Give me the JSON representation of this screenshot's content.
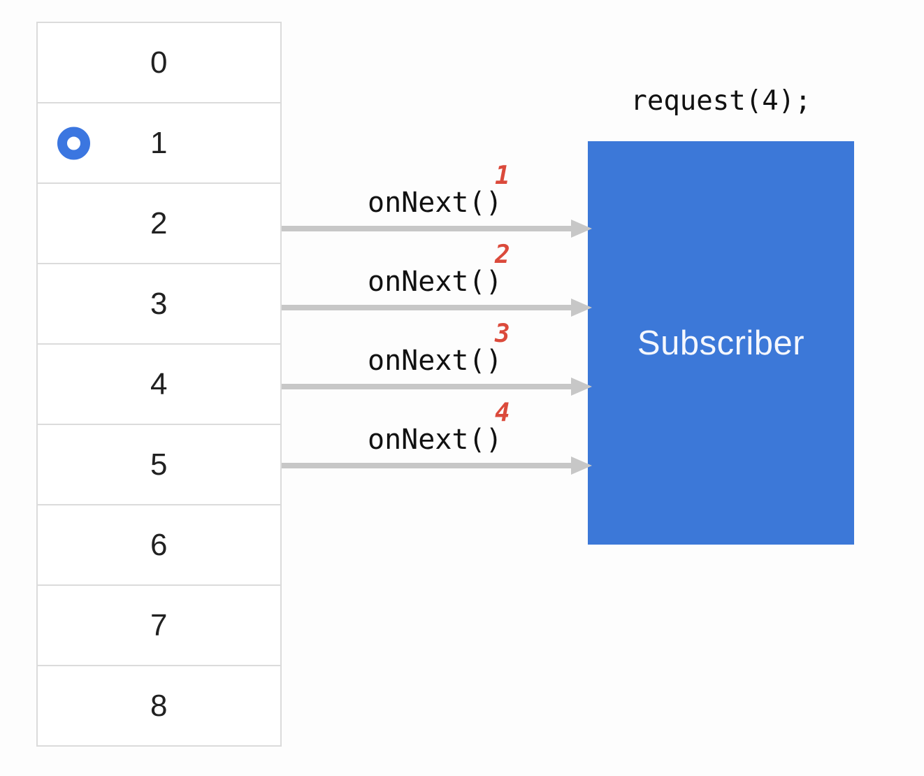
{
  "buffer": {
    "items": [
      {
        "label": "0"
      },
      {
        "label": "1"
      },
      {
        "label": "2"
      },
      {
        "label": "3"
      },
      {
        "label": "4"
      },
      {
        "label": "5"
      },
      {
        "label": "6"
      },
      {
        "label": "7"
      },
      {
        "label": "8"
      }
    ],
    "marker_item_label": "1"
  },
  "events": [
    {
      "label": "onNext()",
      "number": "1"
    },
    {
      "label": "onNext()",
      "number": "2"
    },
    {
      "label": "onNext()",
      "number": "3"
    },
    {
      "label": "onNext()",
      "number": "4"
    }
  ],
  "subscriber": {
    "label": "Subscriber",
    "request_label": "request(4);"
  },
  "colors": {
    "accent_blue": "#3C78D8",
    "marker_blue": "#3B76E0",
    "arrow_gray": "#C7C7C7",
    "grid_border": "#DBDBDB",
    "number_red": "#DB4A3B",
    "text_dark": "#212121",
    "subscriber_text": "#F4F7FD"
  }
}
